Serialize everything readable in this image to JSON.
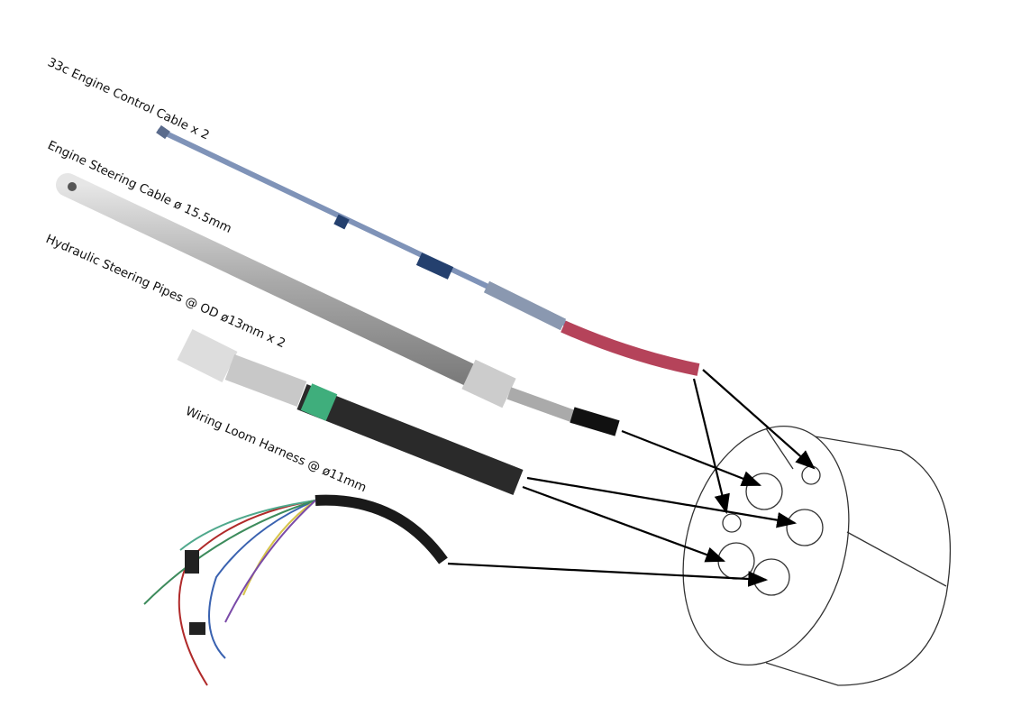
{
  "labels": {
    "control_cable": "33c Engine Control Cable  x 2",
    "steering_cable": "Engine Steering Cable ø 15.5mm",
    "hydraulic_pipes": "Hydraulic Steering Pipes @ OD ø13mm x 2",
    "wiring_loom": "Wiring Loom Harness @ ø11mm"
  },
  "colors": {
    "control_cable": "#7f93b8",
    "control_sleeve": "#b5435a",
    "steering_cable": "#b9b9b9",
    "hose": "#2a2a2a",
    "hose_band": "#3fae7c"
  }
}
